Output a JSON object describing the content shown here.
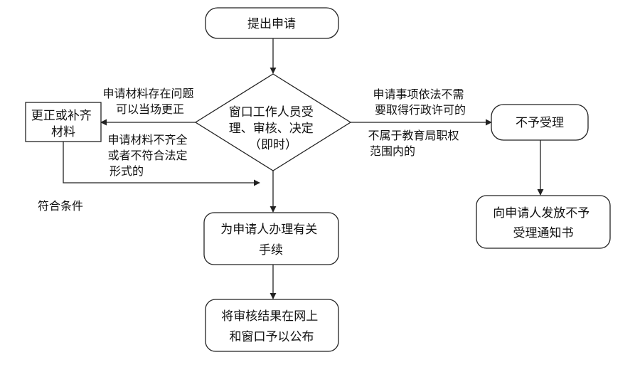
{
  "nodes": {
    "submit": [
      "提出申请"
    ],
    "review": [
      "窗口工作人员受",
      "理、审核、决定",
      "（即时）"
    ],
    "correct": [
      "更正或补齐",
      "材料"
    ],
    "reject": [
      "不予受理"
    ],
    "notice": [
      "向申请人发放不予",
      "受理通知书"
    ],
    "handle": [
      "为申请人办理有关",
      "手续"
    ],
    "publish": [
      "将审核结果在网上",
      "和窗口予以公布"
    ]
  },
  "edges": {
    "fixable": [
      "申请材料存在问题",
      "可以当场更正"
    ],
    "incomplete": [
      "申请材料不齐全",
      "或者不符合法定",
      "形式的"
    ],
    "no_permit": [
      "申请事项依法不需",
      "要取得行政许可的"
    ],
    "out_of_scope": [
      "不属于教育局职权",
      "范围内的"
    ],
    "qualified": [
      "符合条件"
    ]
  }
}
